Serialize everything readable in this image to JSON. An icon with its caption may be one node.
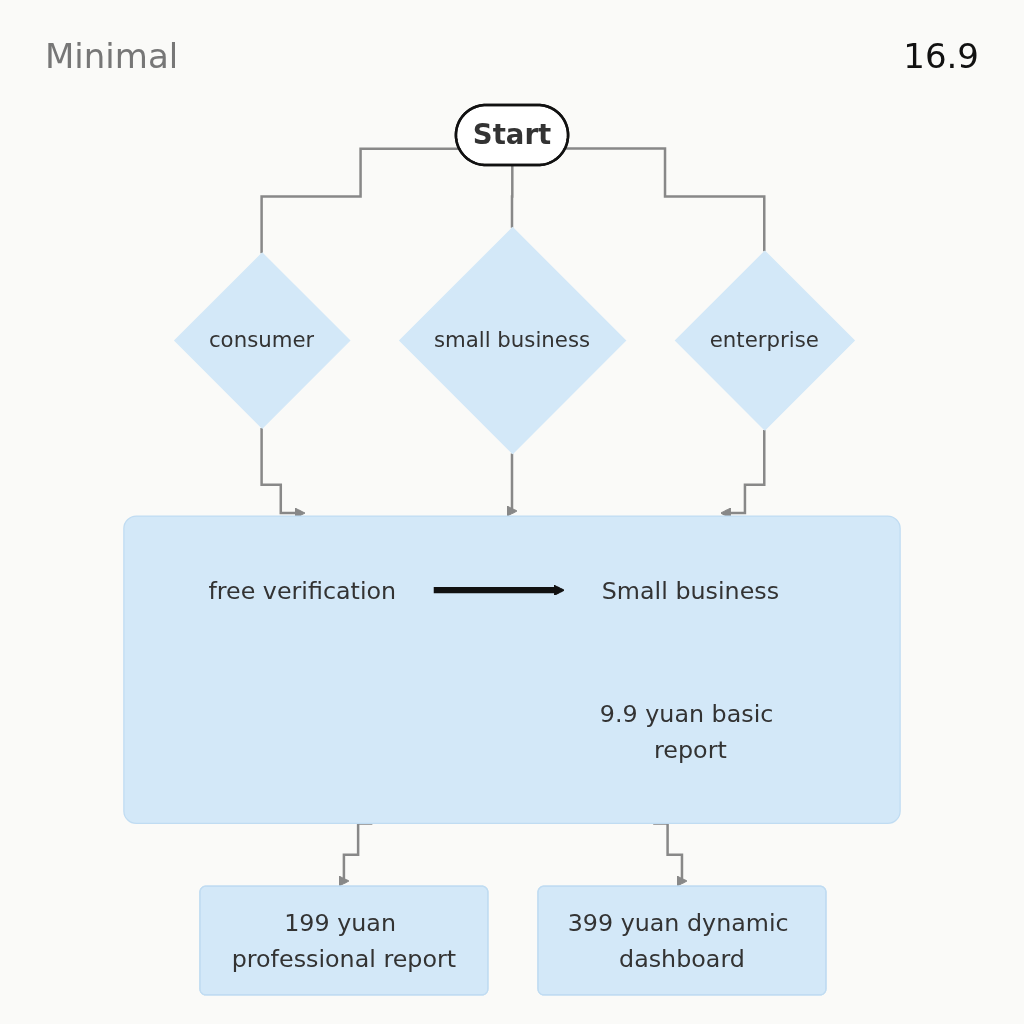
{
  "diagram": {
    "nodes": [
      {
        "text": [
          "Start"
        ]
      },
      {
        "text": [
          "consumer"
        ]
      },
      {
        "text": [
          "small business"
        ]
      },
      {
        "text": [
          "enterprise"
        ]
      },
      {
        "text": [],
        "shape": "bar"
      },
      {
        "text": [
          "free verification"
        ],
        "in": 4
      },
      {
        "text": [
          "Small business"
        ],
        "in": 4
      },
      {
        "text": [
          "9.9 yuan basic report"
        ],
        "in": 4
      },
      {
        "text": [
          "199 yuan professional report"
        ]
      },
      {
        "text": [
          "399 yuan dynamic dashboard"
        ]
      }
    ],
    "edges": [
      {
        "from": 0,
        "to": 1,
        "arrow": "none"
      },
      {
        "from": 0,
        "to": 2,
        "arrow": "none"
      },
      {
        "from": 0,
        "to": 3,
        "arrow": "none"
      },
      {
        "from": 1,
        "to": 4,
        "arrow": "to"
      },
      {
        "from": 2,
        "to": 4,
        "arrow": "to"
      },
      {
        "from": 3,
        "to": 4,
        "arrow": "to"
      },
      {
        "from": 5,
        "to": 6,
        "arrow": "to",
        "style": "thick",
        "color": "#111111"
      },
      {
        "from": 4,
        "to": 8,
        "arrow": "to"
      },
      {
        "from": 4,
        "to": 9,
        "arrow": "to"
      }
    ],
    "labels": [
      "Minimal",
      "16.9"
    ]
  }
}
